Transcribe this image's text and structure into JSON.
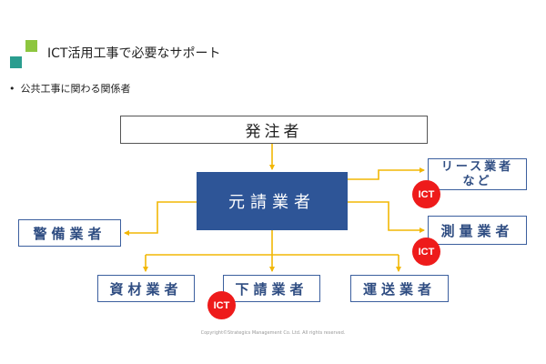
{
  "colors": {
    "accent_green": "#8dc63f",
    "accent_teal": "#2a9d8f",
    "main_box": "#2e5597",
    "connector": "#f2b705",
    "ict_badge": "#ee1b1b"
  },
  "header": {
    "title": "ICT活用工事で必要なサポート",
    "bullet": "•",
    "bullet_text": "公共工事に関わる関係者"
  },
  "diagram": {
    "top_box": "発注者",
    "main_box": "元請業者",
    "lease_box_line1": "リース業者",
    "lease_box_line2": "など",
    "survey_box": "測量業者",
    "guard_box": "警備業者",
    "materials_box": "資材業者",
    "subcontractor_box": "下請業者",
    "transport_box": "運送業者",
    "ict_label": "ICT"
  },
  "footer": {
    "copyright": "Copyright©Strategics Management Co. Ltd. All rights reserved."
  }
}
